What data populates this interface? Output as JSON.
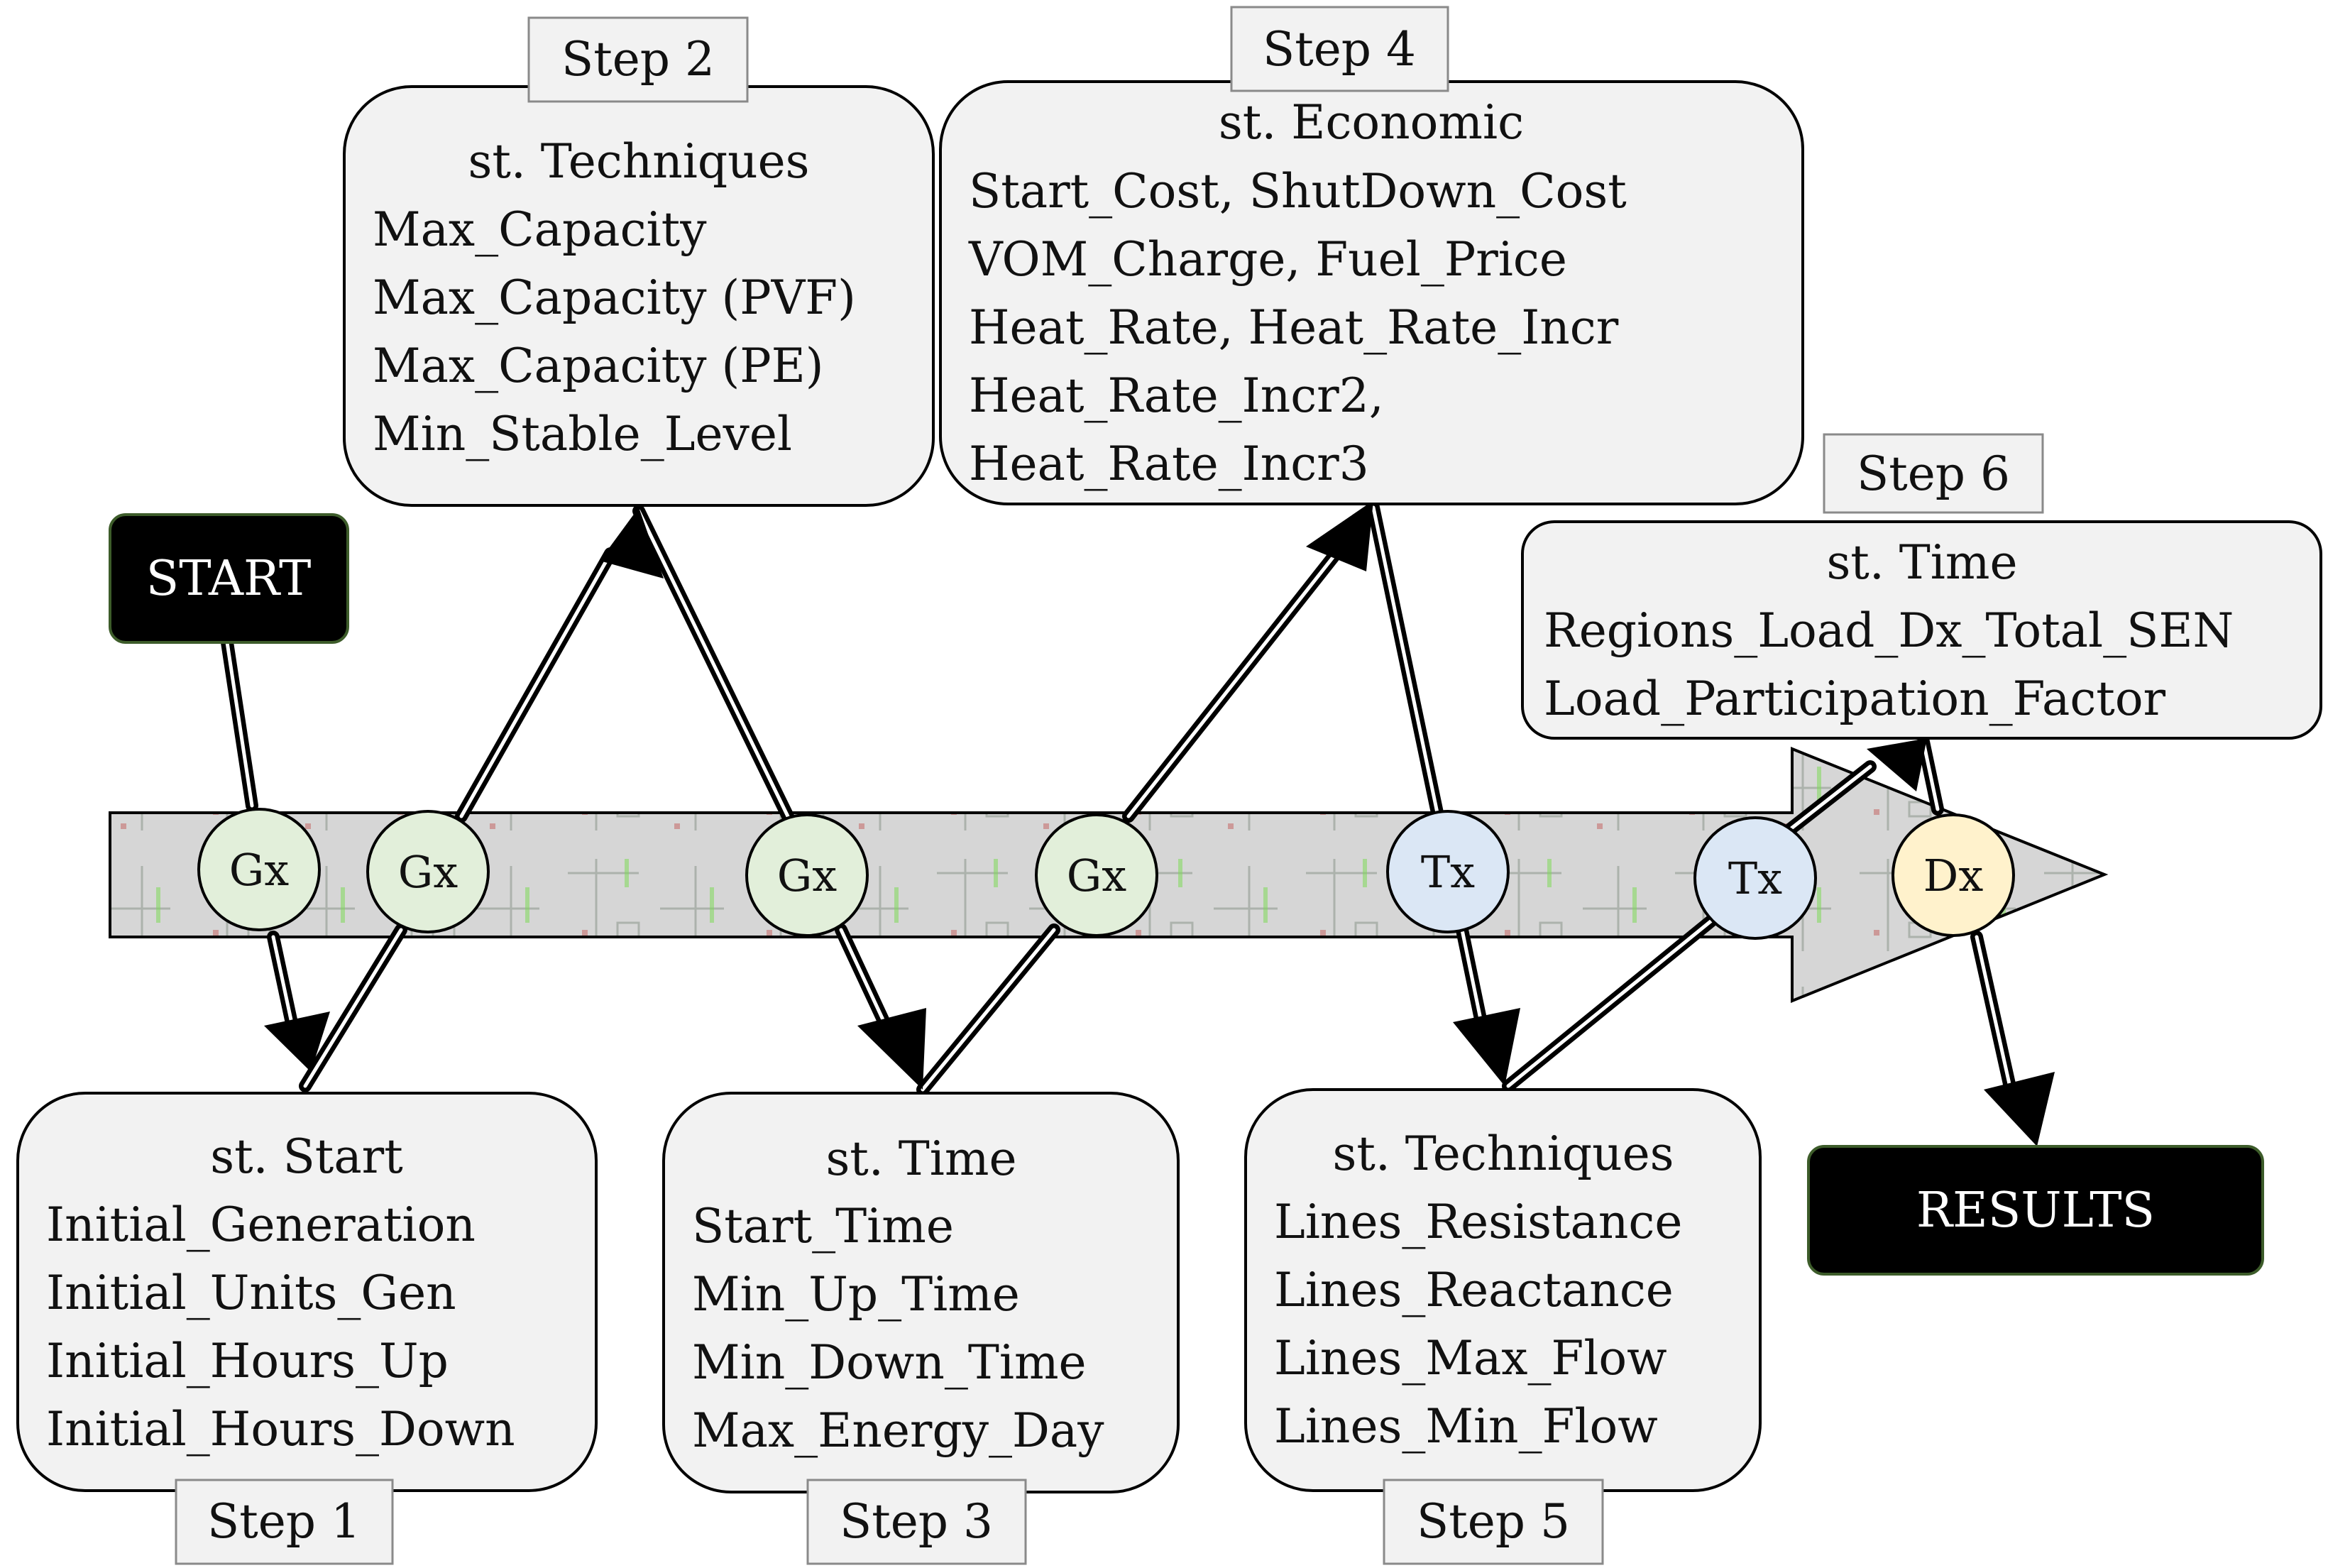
{
  "terminals": {
    "start": "START",
    "results": "RESULTS"
  },
  "boxes": {
    "step1": {
      "step": "Step 1",
      "title": "st. Start",
      "lines": [
        "Initial_Generation",
        "Initial_Units_Gen",
        "Initial_Hours_Up",
        "Initial_Hours_Down"
      ]
    },
    "step2": {
      "step": "Step 2",
      "title": "st. Techniques",
      "lines": [
        "Max_Capacity",
        "Max_Capacity (PVF)",
        "Max_Capacity (PE)",
        "Min_Stable_Level"
      ]
    },
    "step3": {
      "step": "Step 3",
      "title": "st. Time",
      "lines": [
        "Start_Time",
        "Min_Up_Time",
        "Min_Down_Time",
        "Max_Energy_Day"
      ]
    },
    "step4": {
      "step": "Step 4",
      "title": "st. Economic",
      "lines": [
        "Start_Cost, ShutDown_Cost",
        "VOM_Charge, Fuel_Price",
        "Heat_Rate, Heat_Rate_Incr",
        "Heat_Rate_Incr2,",
        "Heat_Rate_Incr3"
      ]
    },
    "step5": {
      "step": "Step 5",
      "title": "st. Techniques",
      "lines": [
        "Lines_Resistance",
        "Lines_Reactance",
        "Lines_Max_Flow",
        "Lines_Min_Flow"
      ]
    },
    "step6": {
      "step": "Step 6",
      "title": "st. Time",
      "lines": [
        "Regions_Load_Dx_Total_SEN",
        "Load_Participation_Factor"
      ]
    }
  },
  "nodes": [
    "Gx",
    "Gx",
    "Gx",
    "Gx",
    "Tx",
    "Tx",
    "Dx"
  ],
  "colors": {
    "gx_fill": "#e2efda",
    "tx_fill": "#dbe7f5",
    "dx_fill": "#fff2cc",
    "box_fill": "#f2f2f2",
    "arrow_band_fill": "#d9d9d9",
    "terminal_fill": "#000000"
  }
}
